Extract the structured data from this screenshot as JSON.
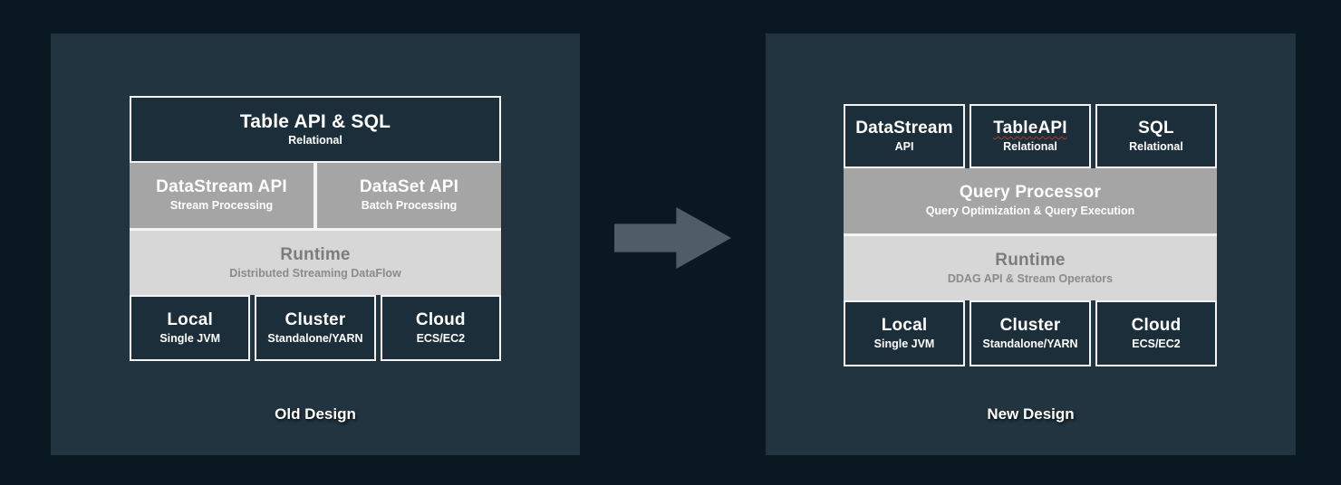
{
  "colors": {
    "page_bg": "#0a1822",
    "panel_bg": "#21343f",
    "dark_box_bg": "#1c2e3a",
    "box_border": "#f4f4f4",
    "gray_box_bg": "#a5a5a5",
    "light_box_bg": "#d7d7d7",
    "light_box_text": "#7c7c7c",
    "arrow": "#4e5d68",
    "spellcheck_underline": "#b03a2e"
  },
  "old_design": {
    "caption": "Old Design",
    "table_api_sql": {
      "title": "Table API & SQL",
      "subtitle": "Relational"
    },
    "datastream_api": {
      "title": "DataStream API",
      "subtitle": "Stream Processing"
    },
    "dataset_api": {
      "title": "DataSet API",
      "subtitle": "Batch Processing"
    },
    "runtime": {
      "title": "Runtime",
      "subtitle": "Distributed Streaming DataFlow"
    },
    "local": {
      "title": "Local",
      "subtitle": "Single JVM"
    },
    "cluster": {
      "title": "Cluster",
      "subtitle": "Standalone/YARN"
    },
    "cloud": {
      "title": "Cloud",
      "subtitle": "ECS/EC2"
    }
  },
  "new_design": {
    "caption": "New Design",
    "datastream": {
      "title": "DataStream",
      "subtitle": "API"
    },
    "table_api": {
      "title": "TableAPI",
      "subtitle": "Relational"
    },
    "sql": {
      "title": "SQL",
      "subtitle": "Relational"
    },
    "query_processor": {
      "title": "Query Processor",
      "subtitle": "Query Optimization & Query Execution"
    },
    "runtime": {
      "title": "Runtime",
      "subtitle": "DDAG API & Stream Operators"
    },
    "local": {
      "title": "Local",
      "subtitle": "Single JVM"
    },
    "cluster": {
      "title": "Cluster",
      "subtitle": "Standalone/YARN"
    },
    "cloud": {
      "title": "Cloud",
      "subtitle": "ECS/EC2"
    }
  }
}
